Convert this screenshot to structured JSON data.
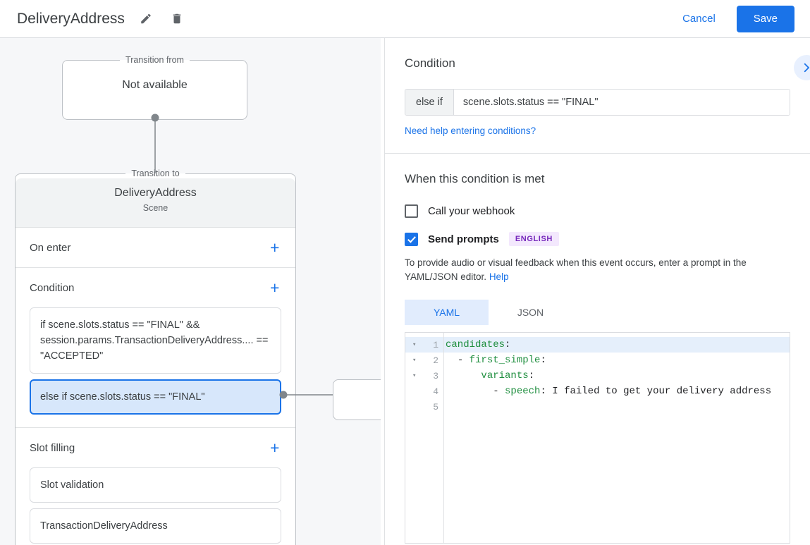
{
  "header": {
    "title": "DeliveryAddress",
    "edit_icon": "pencil-icon",
    "delete_icon": "trash-icon",
    "cancel_label": "Cancel",
    "save_label": "Save",
    "accent_color": "#1a73e8"
  },
  "canvas": {
    "transition_from": {
      "legend": "Transition from",
      "value": "Not available"
    },
    "transition_to": {
      "legend": "Transition to",
      "scene_name": "DeliveryAddress",
      "scene_type": "Scene"
    },
    "sections": [
      {
        "title": "On enter",
        "add_label": "+",
        "items": []
      },
      {
        "title": "Condition",
        "add_label": "+",
        "items": [
          {
            "text": "if scene.slots.status == \"FINAL\" && session.params.TransactionDeliveryAddress.... == \"ACCEPTED\"",
            "selected": false
          },
          {
            "text": "else if scene.slots.status == \"FINAL\"",
            "selected": true
          }
        ]
      },
      {
        "title": "Slot filling",
        "add_label": "+",
        "items": [
          {
            "text": "Slot validation",
            "selected": false
          },
          {
            "text": "TransactionDeliveryAddress",
            "selected": false
          }
        ]
      }
    ]
  },
  "panel": {
    "collapse_icon": "chevron-right-icon",
    "condition": {
      "heading": "Condition",
      "prefix": "else if",
      "value": "scene.slots.status == \"FINAL\"",
      "help_link": "Need help entering conditions?"
    },
    "when_met": {
      "heading": "When this condition is met",
      "webhook": {
        "label": "Call your webhook",
        "checked": false
      },
      "prompts": {
        "label": "Send prompts",
        "checked": true,
        "badge": "ENGLISH",
        "badge_color": "#7627bb"
      },
      "helper_text": "To provide audio or visual feedback when this event occurs, enter a prompt in the YAML/JSON editor.",
      "helper_link": "Help"
    },
    "editor": {
      "tabs": [
        {
          "label": "YAML",
          "active": true
        },
        {
          "label": "JSON",
          "active": false
        }
      ],
      "lines": [
        {
          "no": "1",
          "fold": "▾",
          "highlight": true,
          "indent": "",
          "dash": "",
          "key": "candidates",
          "colon": ":",
          "value": ""
        },
        {
          "no": "2",
          "fold": "▾",
          "highlight": false,
          "indent": "  ",
          "dash": "- ",
          "key": "first_simple",
          "colon": ":",
          "value": ""
        },
        {
          "no": "3",
          "fold": "▾",
          "highlight": false,
          "indent": "      ",
          "dash": "",
          "key": "variants",
          "colon": ":",
          "value": ""
        },
        {
          "no": "4",
          "fold": "",
          "highlight": false,
          "indent": "        ",
          "dash": "- ",
          "key": "speech",
          "colon": ":",
          "value": " I failed to get your delivery address"
        },
        {
          "no": "5",
          "fold": "",
          "highlight": false,
          "indent": "",
          "dash": "",
          "key": "",
          "colon": "",
          "value": ""
        }
      ]
    }
  }
}
